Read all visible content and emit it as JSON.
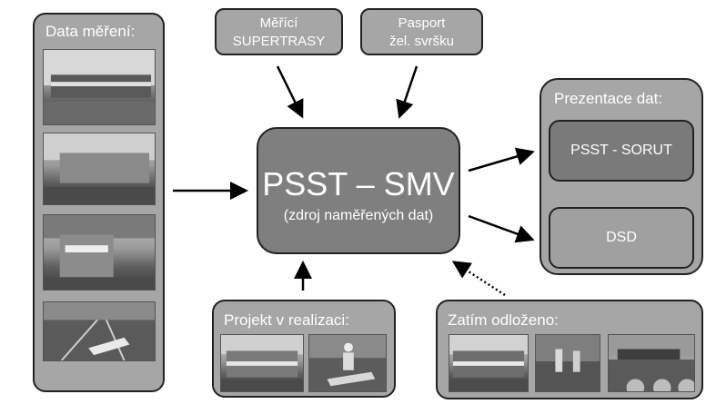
{
  "data_mereni": {
    "title": "Data měření:",
    "photos": [
      "train-photo",
      "locomotive-photo",
      "station-train-photo",
      "track-trolley-photo"
    ]
  },
  "merici": {
    "line1": "Měřící",
    "line2": "SUPERTRASY"
  },
  "pasport": {
    "line1": "Pasport",
    "line2": "žel. svršku"
  },
  "center": {
    "title": "PSST – SMV",
    "subtitle": "(zdroj naměřených dat)"
  },
  "prezentace": {
    "title": "Prezentace dat:",
    "item1": "PSST - SORUT",
    "item2": "DSD"
  },
  "projekt": {
    "title": "Projekt v realizaci:"
  },
  "odlozeno": {
    "title": "Zatím odloženo:"
  },
  "colors": {
    "outer_box": "#a6a6a6",
    "center_box": "#7f7f7f",
    "inner_box": "#7a7a7a",
    "dsd_box": "#a0a0a0",
    "top_box": "#a6a6a6"
  }
}
